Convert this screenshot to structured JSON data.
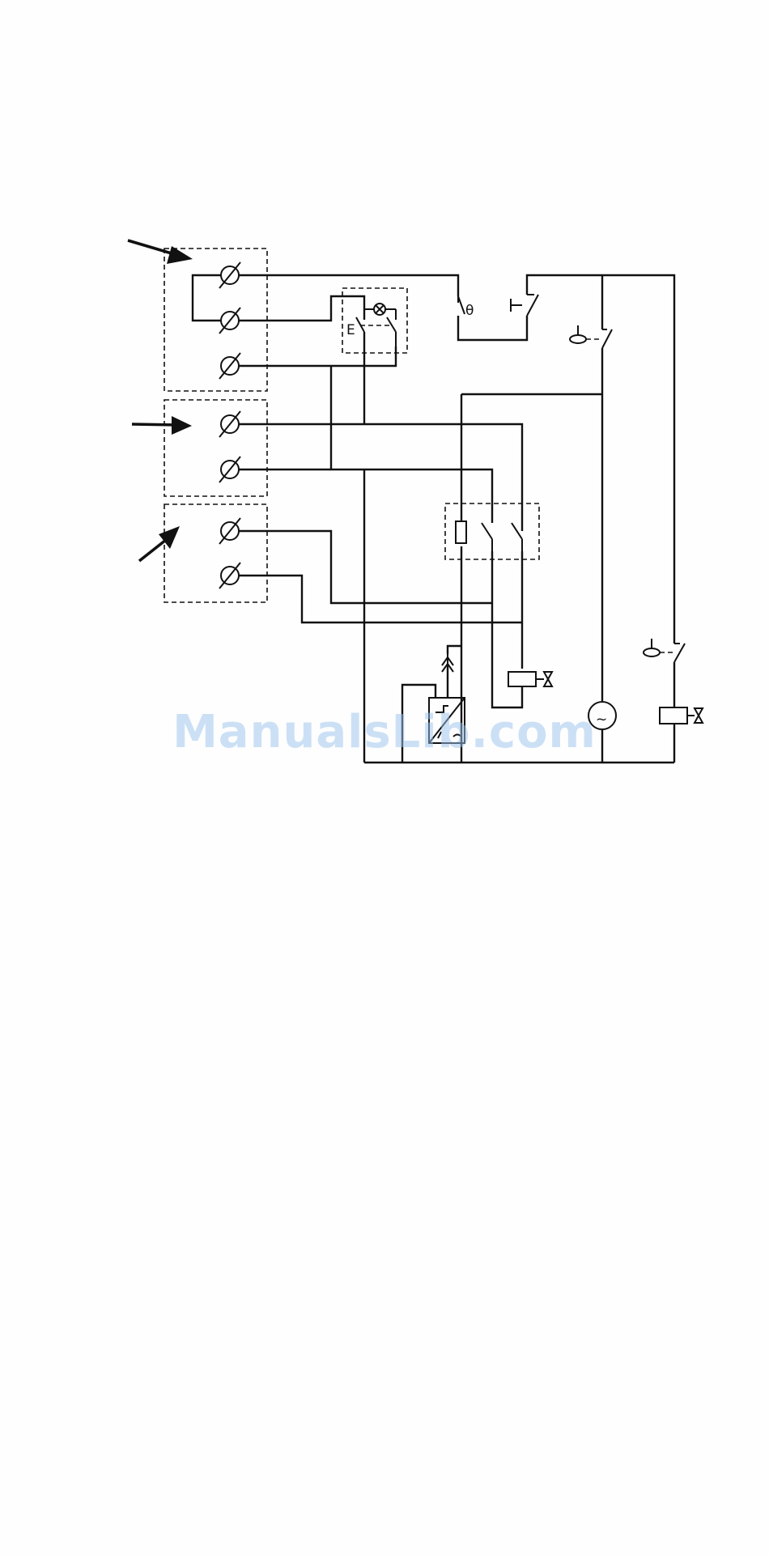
{
  "diagram": {
    "symbols": {
      "thermal_switch_label": "θ",
      "lamp_switch_label": "E",
      "ac_source_label": "~"
    },
    "watermark": "ManualsLib.com"
  }
}
